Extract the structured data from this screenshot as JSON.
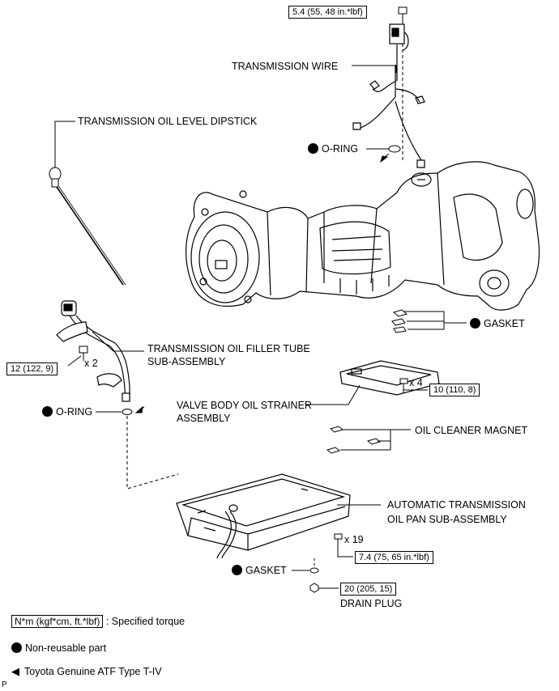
{
  "torque_specs": {
    "wire_bolt": "5.4 (55, 48 in.*lbf)",
    "filler_tube_bolt": "12 (122, 9)",
    "strainer_bolt": "10 (110, 8)",
    "oil_pan_bolt": "7.4 (75, 65 in.*lbf)",
    "drain_plug": "20 (205, 15)"
  },
  "parts": {
    "transmission_wire": "TRANSMISSION WIRE",
    "dipstick": "TRANSMISSION OIL LEVEL DIPSTICK",
    "o_ring_upper": "O-RING",
    "gasket_right": "GASKET",
    "filler_tube_line1": "TRANSMISSION OIL FILLER TUBE",
    "filler_tube_line2": "SUB-ASSEMBLY",
    "o_ring_lower": "O-RING",
    "strainer_line1": "VALVE BODY OIL STRAINER",
    "strainer_line2": "ASSEMBLY",
    "magnet": "OIL CLEANER MAGNET",
    "oil_pan_line1": "AUTOMATIC TRANSMISSION",
    "oil_pan_line2": "OIL PAN SUB-ASSEMBLY",
    "gasket_lower": "GASKET",
    "drain_plug": "DRAIN PLUG"
  },
  "quantities": {
    "filler_tube_bolts": "x 2",
    "strainer_bolts": "x 4",
    "oil_pan_bolts": "x 19"
  },
  "legend": {
    "torque_box": "N*m (kgf*cm, ft.*lbf)",
    "torque_text": ": Specified torque",
    "non_reusable": "Non-reusable part",
    "atf": "Toyota Genuine ATF Type T-IV"
  },
  "corner_mark": "P"
}
